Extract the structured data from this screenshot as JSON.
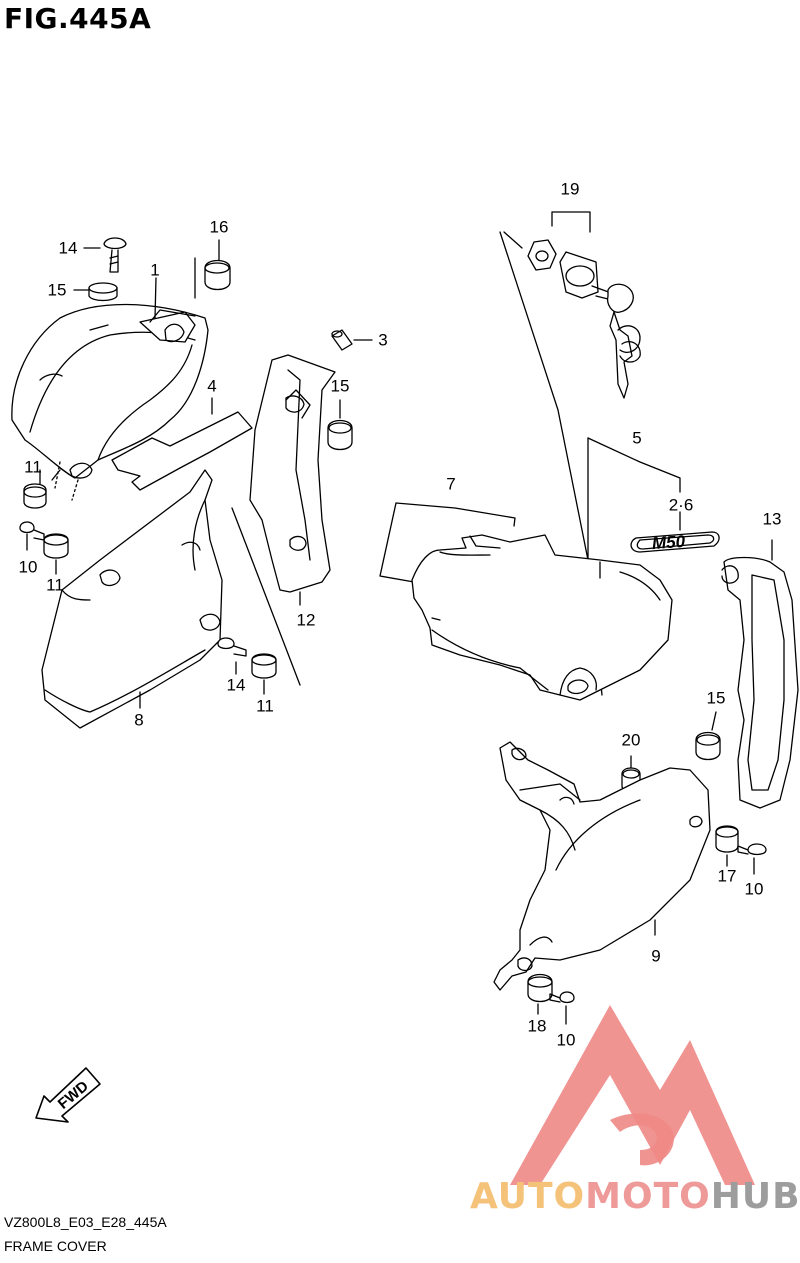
{
  "figure": {
    "title": "FIG.445A",
    "code": "VZ800L8_E03_E28_445A",
    "name": "FRAME COVER"
  },
  "callouts": [
    {
      "id": "c1",
      "text": "1"
    },
    {
      "id": "c2",
      "text": "2·6"
    },
    {
      "id": "c3",
      "text": "3"
    },
    {
      "id": "c4",
      "text": "4"
    },
    {
      "id": "c5",
      "text": "5"
    },
    {
      "id": "c7",
      "text": "7"
    },
    {
      "id": "c8",
      "text": "8"
    },
    {
      "id": "c9",
      "text": "9"
    },
    {
      "id": "c10a",
      "text": "10"
    },
    {
      "id": "c10b",
      "text": "10"
    },
    {
      "id": "c10c",
      "text": "10"
    },
    {
      "id": "c11a",
      "text": "11"
    },
    {
      "id": "c11b",
      "text": "11"
    },
    {
      "id": "c11c",
      "text": "11"
    },
    {
      "id": "c12",
      "text": "12"
    },
    {
      "id": "c13",
      "text": "13"
    },
    {
      "id": "c14a",
      "text": "14"
    },
    {
      "id": "c14b",
      "text": "14"
    },
    {
      "id": "c15a",
      "text": "15"
    },
    {
      "id": "c15b",
      "text": "15"
    },
    {
      "id": "c15c",
      "text": "15"
    },
    {
      "id": "c16",
      "text": "16"
    },
    {
      "id": "c17",
      "text": "17"
    },
    {
      "id": "c18",
      "text": "18"
    },
    {
      "id": "c19",
      "text": "19"
    },
    {
      "id": "c20",
      "text": "20"
    }
  ],
  "emblem_text": "M50",
  "direction_label": "FWD",
  "watermark": {
    "part1": "AUTO",
    "part2": "MOTO",
    "part3": "HUB",
    "colors": {
      "part1": "#f5c27a",
      "part2": "#ee9a98",
      "part3": "#9d9d9d",
      "logo": "#ee8886"
    }
  }
}
